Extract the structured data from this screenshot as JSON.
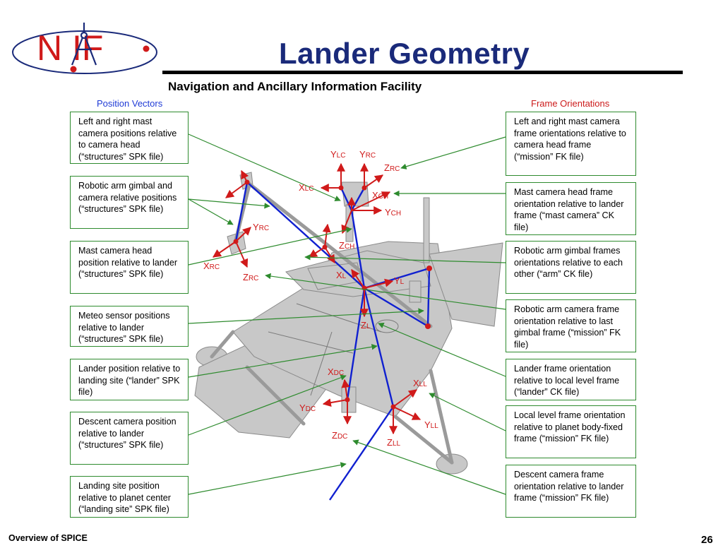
{
  "header": {
    "logo_text": "N  IF",
    "title": "Lander Geometry",
    "subtitle": "Navigation and Ancillary Information Facility"
  },
  "columns": {
    "left_heading": "Position Vectors",
    "right_heading": "Frame Orientations"
  },
  "left_boxes": [
    {
      "text": "Left and right mast camera positions relative to camera head (“structures” SPK file)"
    },
    {
      "text": "Robotic arm gimbal and camera relative positions (“structures” SPK file)"
    },
    {
      "text": "Mast camera head position relative to lander (“structures” SPK file)"
    },
    {
      "text": "Meteo sensor positions relative to lander (“structures” SPK file)"
    },
    {
      "text": "Lander position relative to landing site (“lander” SPK file)"
    },
    {
      "text": "Descent camera position relative to lander (“structures” SPK file)"
    },
    {
      "text": "Landing site position relative to planet center (“landing site” SPK file)"
    }
  ],
  "right_boxes": [
    {
      "text": "Left and right mast camera frame orientations relative to camera head frame (“mission” FK file)"
    },
    {
      "text": "Mast camera head frame orientation relative to lander frame (“mast camera” CK file)"
    },
    {
      "text": "Robotic arm gimbal frames orientations relative to each other (“arm” CK file)"
    },
    {
      "text": "Robotic arm camera frame orientation relative to last gimbal frame (“mission” FK file)"
    },
    {
      "text": "Lander frame orientation relative to local level frame (“lander” CK file)"
    },
    {
      "text": "Local level frame orientation relative to planet body-fixed frame (“mission” FK file)"
    },
    {
      "text": "Descent camera frame orientation relative to lander frame (“mission” FK file)"
    }
  ],
  "axis_labels": {
    "ylc": {
      "main": "Y",
      "sub": "LC"
    },
    "yrc_top": {
      "main": "Y",
      "sub": "RC"
    },
    "zrc_top": {
      "main": "Z",
      "sub": "RC"
    },
    "xlc": {
      "main": "X",
      "sub": "LC"
    },
    "xch": {
      "main": "X",
      "sub": "CH"
    },
    "ych": {
      "main": "Y",
      "sub": "CH"
    },
    "zch": {
      "main": "Z",
      "sub": "CH"
    },
    "yrc_arm": {
      "main": "Y",
      "sub": "RC"
    },
    "xrc": {
      "main": "X",
      "sub": "RC"
    },
    "zrc_arm": {
      "main": "Z",
      "sub": "RC"
    },
    "xl": {
      "main": "X",
      "sub": "L"
    },
    "yl": {
      "main": "Y",
      "sub": "L"
    },
    "zl": {
      "main": "Z",
      "sub": "L"
    },
    "xdc": {
      "main": "X",
      "sub": "DC"
    },
    "ydc": {
      "main": "Y",
      "sub": "DC"
    },
    "zdc": {
      "main": "Z",
      "sub": "DC"
    },
    "xll": {
      "main": "X",
      "sub": "LL"
    },
    "yll": {
      "main": "Y",
      "sub": "LL"
    },
    "zll": {
      "main": "Z",
      "sub": "LL"
    }
  },
  "footer": {
    "left": "Overview of SPICE",
    "page_number": "26"
  },
  "colors": {
    "title": "#1a2a7a",
    "vector_blue": "#1020d0",
    "axis_red": "#d01a1a",
    "leader_green": "#2e8b2e",
    "lander_gray": "#c8c8c8"
  }
}
